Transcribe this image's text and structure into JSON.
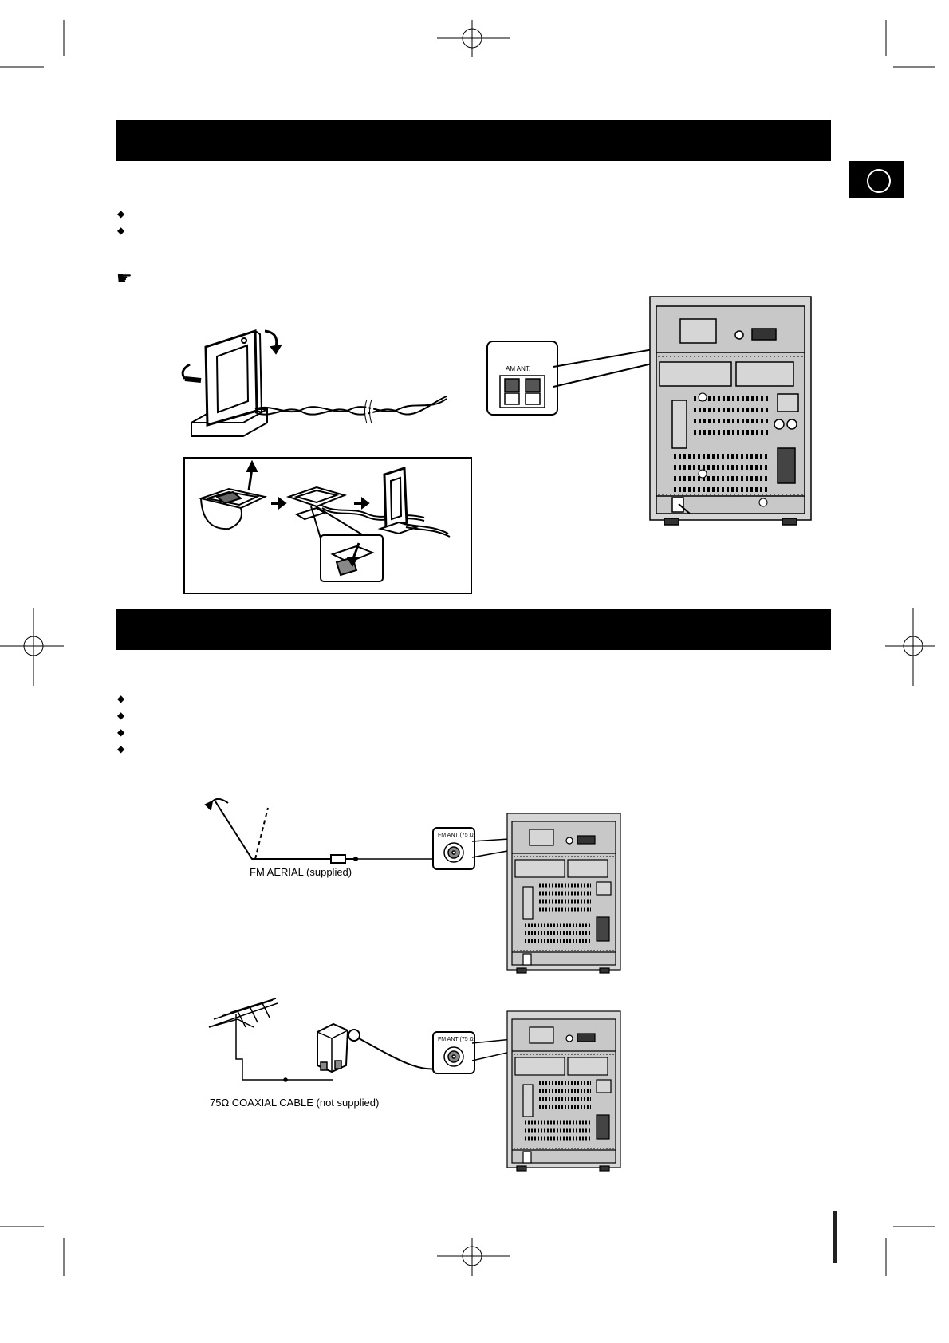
{
  "am_section": {
    "bullets": [
      "",
      ""
    ],
    "connector_label": "AM ANT."
  },
  "fm_section": {
    "bullets": [
      "",
      "",
      "",
      ""
    ],
    "aerial_label": "FM AERIAL (supplied)",
    "coaxial_label": "75Ω COAXIAL CABLE (not supplied)",
    "connector_label_1": "FM ANT (75 Ω)",
    "connector_label_2": "FM ANT (75 Ω)"
  },
  "icons": {
    "bullet": "◆",
    "note": "☛"
  }
}
